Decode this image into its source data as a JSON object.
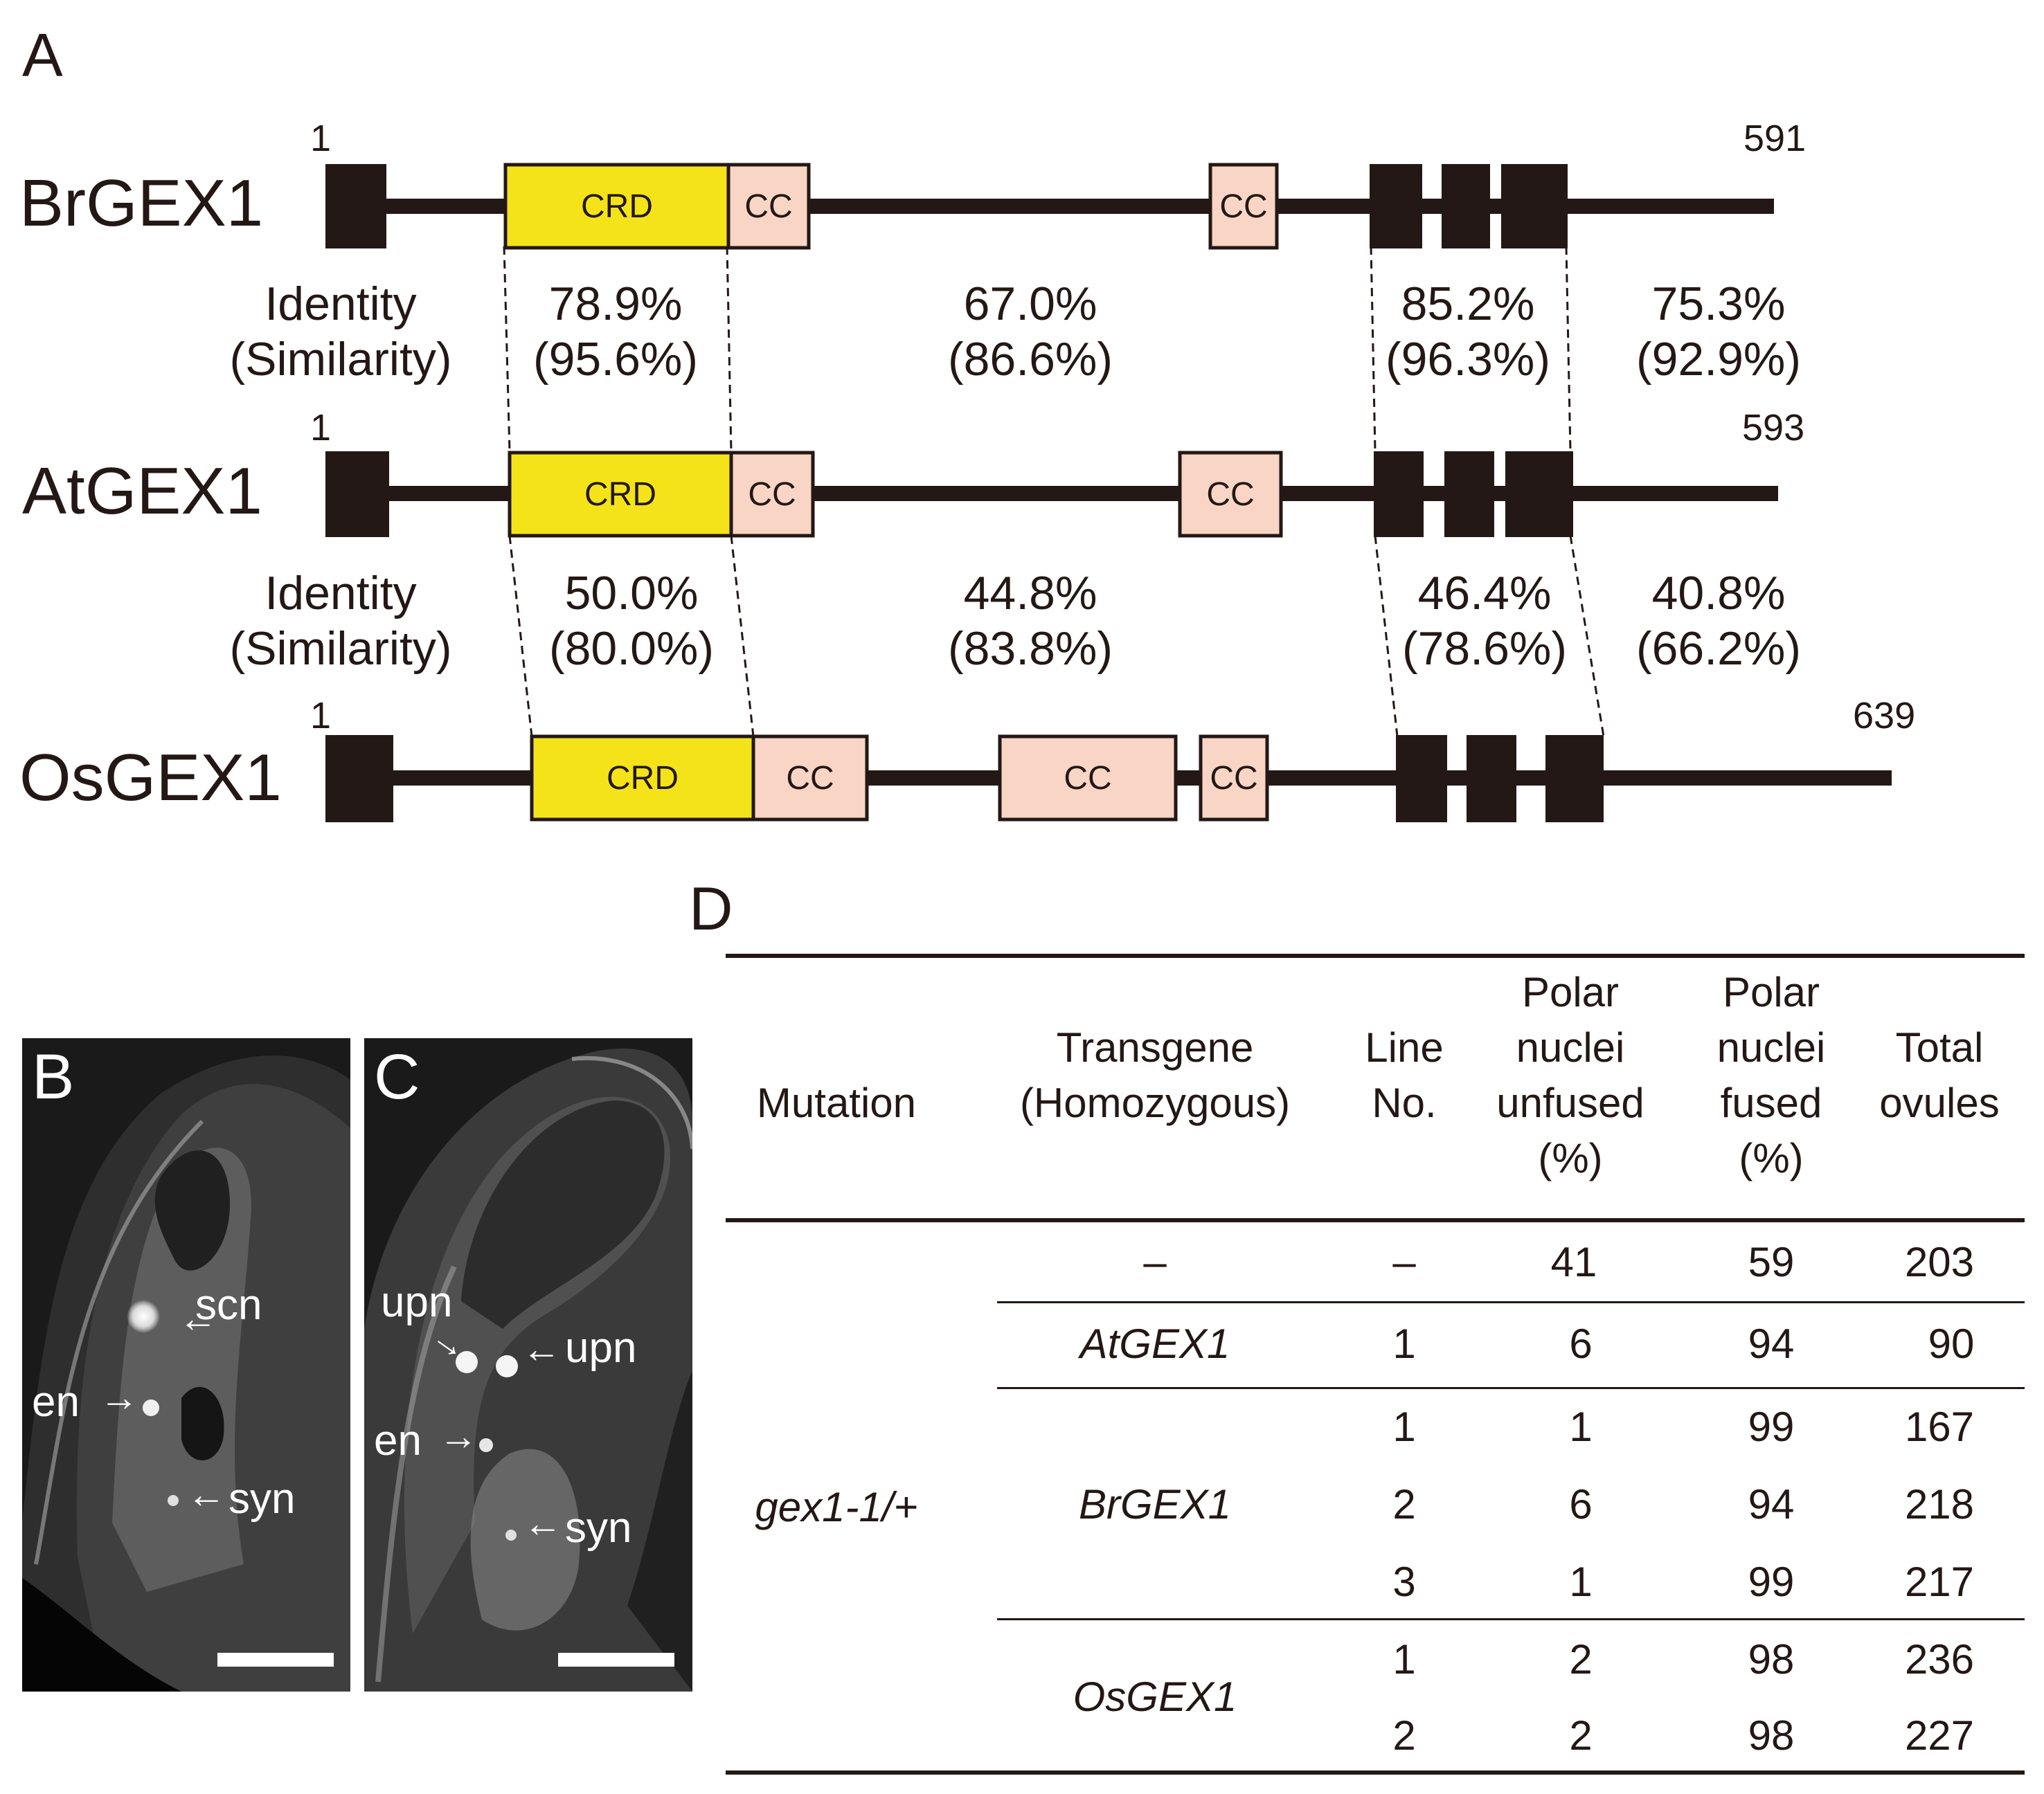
{
  "panel_a": {
    "letter": "A",
    "proteins": [
      {
        "name": "BrGEX1",
        "start": "1",
        "end": "591",
        "domains": [
          "CRD",
          "CC",
          "CC"
        ]
      },
      {
        "name": "AtGEX1",
        "start": "1",
        "end": "593",
        "domains": [
          "CRD",
          "CC",
          "CC"
        ]
      },
      {
        "name": "OsGEX1",
        "start": "1",
        "end": "639",
        "domains": [
          "CRD",
          "CC",
          "CC",
          "CC"
        ]
      }
    ],
    "comparisons": [
      {
        "label1": "Identity",
        "label2": "(Similarity)",
        "values": [
          {
            "identity": "78.9%",
            "similarity": "(95.6%)"
          },
          {
            "identity": "67.0%",
            "similarity": "(86.6%)"
          },
          {
            "identity": "85.2%",
            "similarity": "(96.3%)"
          },
          {
            "identity": "75.3%",
            "similarity": "(92.9%)"
          }
        ]
      },
      {
        "label1": "Identity",
        "label2": "(Similarity)",
        "values": [
          {
            "identity": "50.0%",
            "similarity": "(80.0%)"
          },
          {
            "identity": "44.8%",
            "similarity": "(83.8%)"
          },
          {
            "identity": "46.4%",
            "similarity": "(78.6%)"
          },
          {
            "identity": "40.8%",
            "similarity": "(66.2%)"
          }
        ]
      }
    ],
    "colors": {
      "crd": "#f5e31a",
      "cc": "#f8d5c4",
      "dark": "#231815"
    }
  },
  "panel_b": {
    "letter": "B",
    "labels": [
      "scn",
      "en",
      "syn"
    ]
  },
  "panel_c": {
    "letter": "C",
    "labels": [
      "upn",
      "upn",
      "en",
      "syn"
    ]
  },
  "panel_d": {
    "letter": "D",
    "headers": {
      "mutation": "Mutation",
      "transgene": [
        "Transgene",
        "(Homozygous)"
      ],
      "line": [
        "Line",
        "No."
      ],
      "unfused": [
        "Polar",
        "nuclei",
        "unfused",
        "(%)"
      ],
      "fused": [
        "Polar",
        "nuclei",
        "fused",
        "(%)"
      ],
      "total": [
        "Total",
        "ovules"
      ]
    },
    "mutation": "gex1-1/+",
    "transgene_groups": [
      "–",
      "AtGEX1",
      "BrGEX1",
      "OsGEX1"
    ],
    "rows": [
      {
        "line": "–",
        "unfused": "41",
        "fused": "59",
        "total": "203"
      },
      {
        "line": "1",
        "unfused": "6",
        "fused": "94",
        "total": "90"
      },
      {
        "line": "1",
        "unfused": "1",
        "fused": "99",
        "total": "167"
      },
      {
        "line": "2",
        "unfused": "6",
        "fused": "94",
        "total": "218"
      },
      {
        "line": "3",
        "unfused": "1",
        "fused": "99",
        "total": "217"
      },
      {
        "line": "1",
        "unfused": "2",
        "fused": "98",
        "total": "236"
      },
      {
        "line": "2",
        "unfused": "2",
        "fused": "98",
        "total": "227"
      }
    ]
  }
}
